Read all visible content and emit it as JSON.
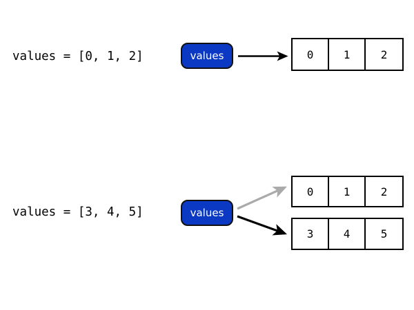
{
  "diagram": {
    "title": "python-list-reassignment",
    "background_color": "#ffffff",
    "accent_color": "#0b39c4",
    "arrow_active_color": "#000000",
    "arrow_stale_color": "#aaaaaa",
    "box_border_color": "#000000"
  },
  "steps": [
    {
      "id": "step-1",
      "code": "values = [0, 1, 2]",
      "variable_label": "values",
      "arrows": [
        {
          "name": "arrow-to-list-012",
          "color": "#000000",
          "style": "solid",
          "from": "variable",
          "to": "list-012"
        }
      ],
      "lists": [
        {
          "id": "list-012",
          "cells": [
            "0",
            "1",
            "2"
          ],
          "state": "referenced"
        }
      ]
    },
    {
      "id": "step-2",
      "code": "values = [3, 4, 5]",
      "variable_label": "values",
      "arrows": [
        {
          "name": "arrow-stale-to-list-012",
          "color": "#aaaaaa",
          "style": "solid",
          "from": "variable",
          "to": "list-012"
        },
        {
          "name": "arrow-to-list-345",
          "color": "#000000",
          "style": "solid",
          "from": "variable",
          "to": "list-345"
        }
      ],
      "lists": [
        {
          "id": "list-012",
          "cells": [
            "0",
            "1",
            "2"
          ],
          "state": "unreferenced"
        },
        {
          "id": "list-345",
          "cells": [
            "3",
            "4",
            "5"
          ],
          "state": "referenced"
        }
      ]
    }
  ]
}
